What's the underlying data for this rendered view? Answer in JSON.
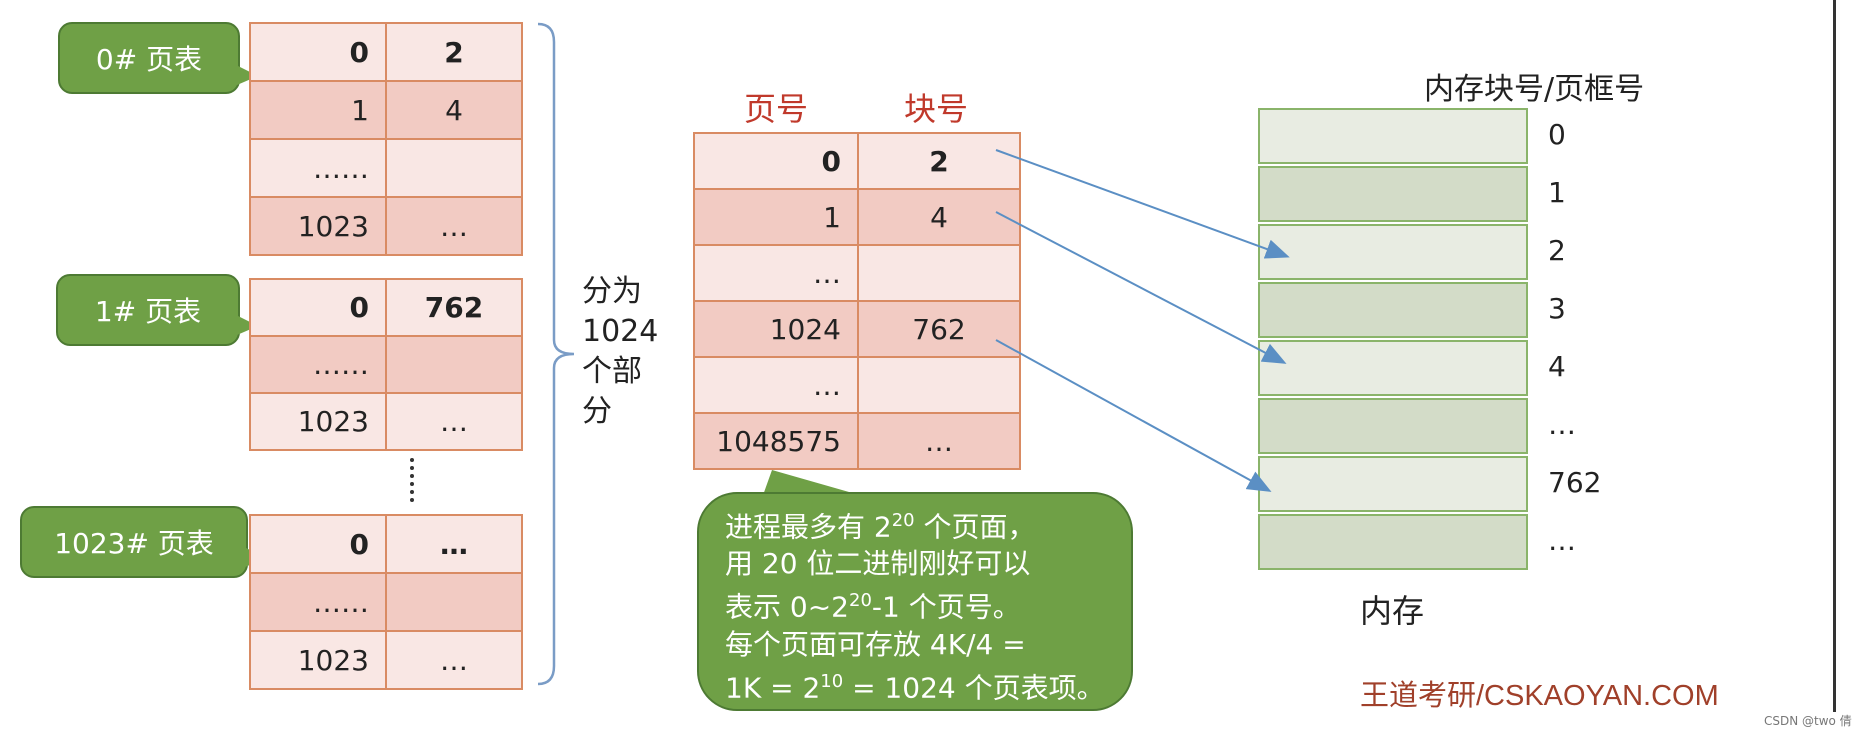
{
  "left_tables": [
    {
      "label": "0# 页表",
      "rows": [
        {
          "page": "0",
          "block": "2",
          "bold": true
        },
        {
          "page": "1",
          "block": "4",
          "bold": false
        },
        {
          "page": "……",
          "block": "",
          "bold": false
        },
        {
          "page": "1023",
          "block": "…",
          "bold": false
        }
      ]
    },
    {
      "label": "1# 页表",
      "rows": [
        {
          "page": "0",
          "block": "762",
          "bold": true
        },
        {
          "page": "……",
          "block": "",
          "bold": false
        },
        {
          "page": "1023",
          "block": "…",
          "bold": false
        }
      ]
    },
    {
      "label": "1023# 页表",
      "rows": [
        {
          "page": "0",
          "block": "…",
          "bold": true
        },
        {
          "page": "……",
          "block": "",
          "bold": false
        },
        {
          "page": "1023",
          "block": "…",
          "bold": false
        }
      ]
    }
  ],
  "brace_label": [
    "分为",
    "1024",
    "个部",
    "分"
  ],
  "middle_table": {
    "header_page": "页号",
    "header_block": "块号",
    "rows": [
      {
        "page": "0",
        "block": "2",
        "bold": true
      },
      {
        "page": "1",
        "block": "4",
        "bold": false
      },
      {
        "page": "…",
        "block": "",
        "bold": false
      },
      {
        "page": "1024",
        "block": "762",
        "bold": false
      },
      {
        "page": "…",
        "block": "",
        "bold": false
      },
      {
        "page": "1048575",
        "block": "…",
        "bold": false
      }
    ]
  },
  "note": {
    "line1_pre": "进程最多有 2",
    "line1_sup": "20",
    "line1_post": " 个页面，",
    "line2": "用 20 位二进制刚好可以",
    "line3_pre": "表示 0~2",
    "line3_sup": "20",
    "line3_post": "-1 个页号。",
    "line4": "每个页面可存放 4K/4 =",
    "line5_pre": "1K = 2",
    "line5_sup": "10",
    "line5_post": " = 1024 个页表项。"
  },
  "memory": {
    "title": "内存块号/页框号",
    "caption": "内存",
    "labels": [
      "0",
      "1",
      "2",
      "3",
      "4",
      "…",
      "762",
      "…"
    ]
  },
  "watermark": "王道考研/CSKAOYAN.COM",
  "footer_credit": "CSDN @two 倩",
  "colors": {
    "table_border": "#d98b63",
    "row_light": "#f9e7e4",
    "row_dark": "#f2cbc3",
    "callout_green": "#6fa046",
    "header_red": "#c0392b",
    "memory_border": "#8ab46a",
    "arrow_blue": "#5b8fc4",
    "watermark_red": "#a0402a"
  }
}
